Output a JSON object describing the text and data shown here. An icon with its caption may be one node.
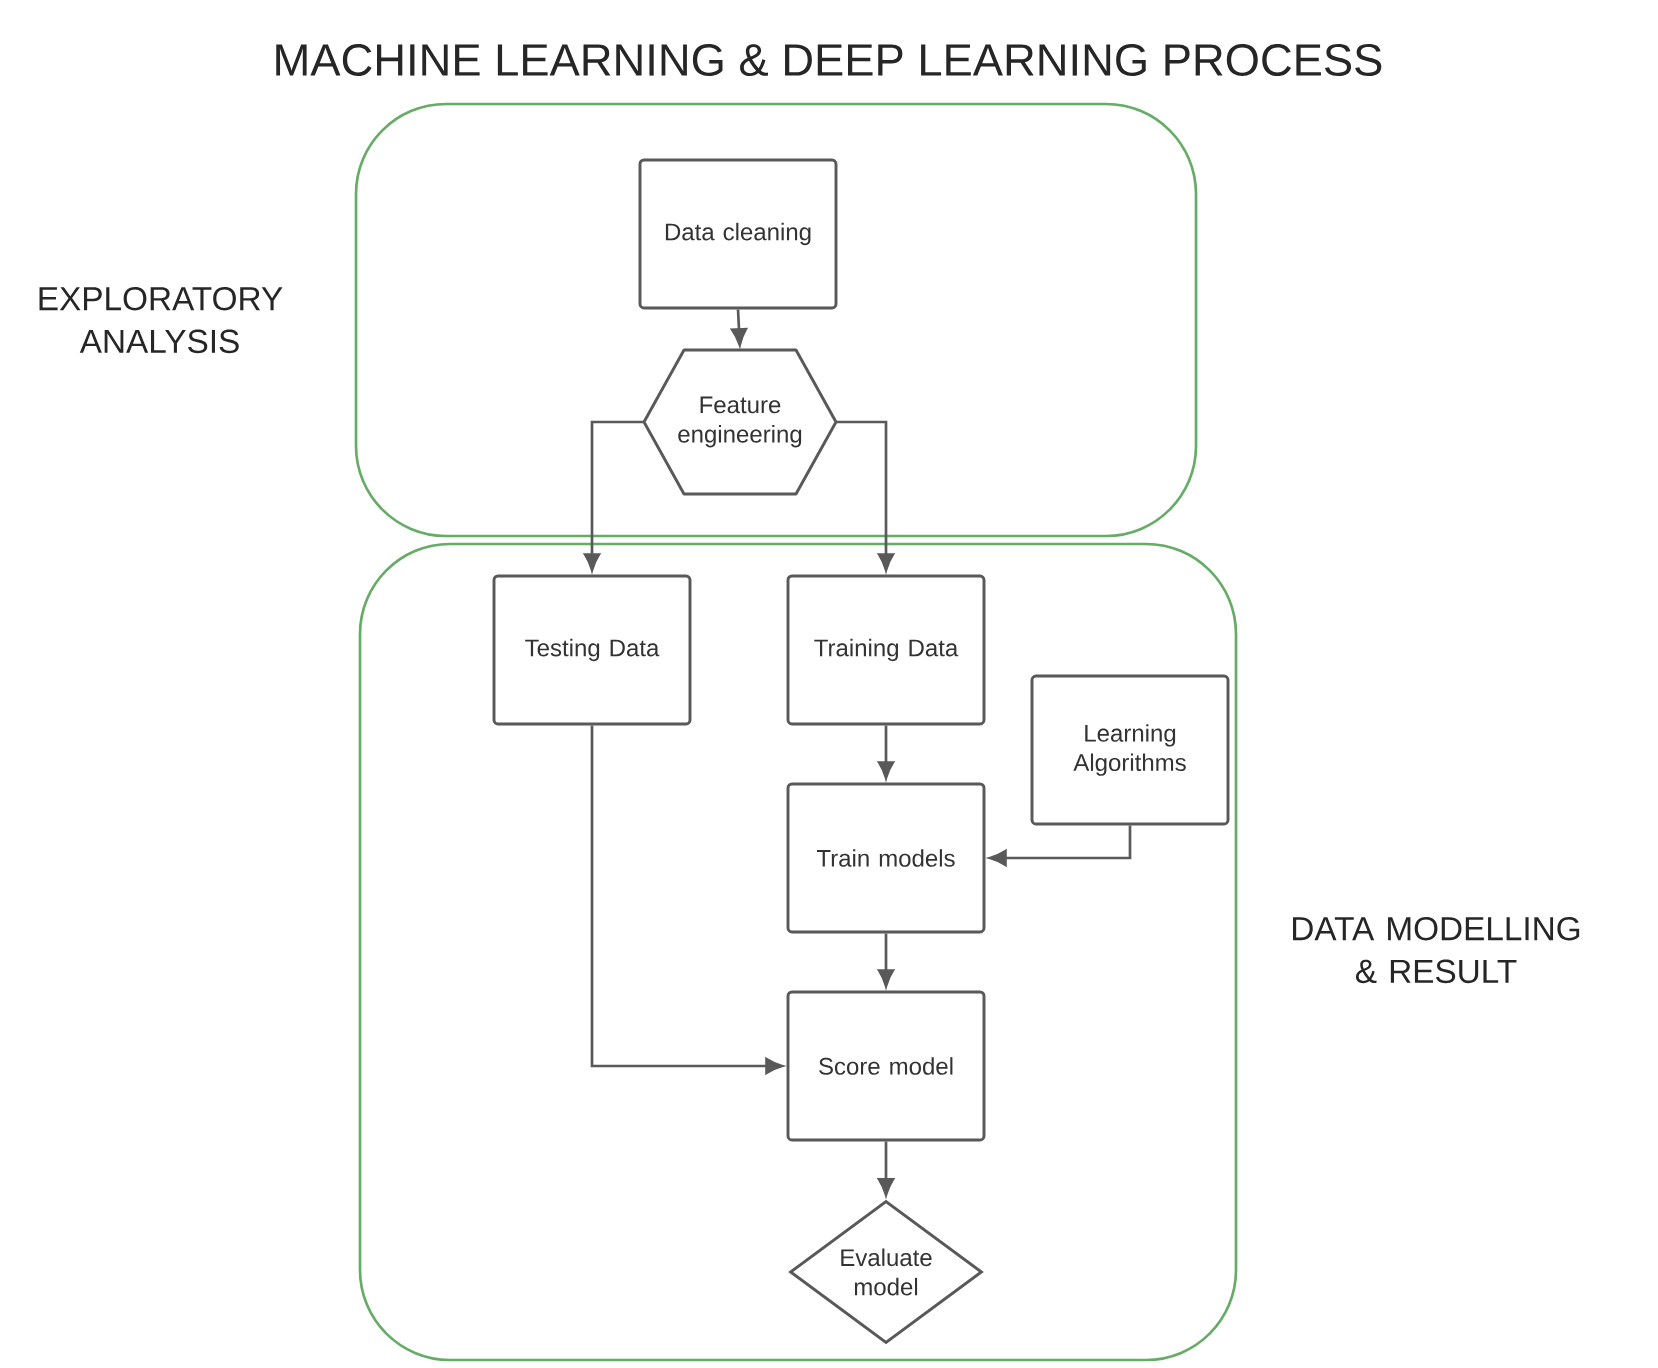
{
  "diagram": {
    "title": "MACHINE LEARNING & DEEP LEARNING PROCESS",
    "nodes": [
      {
        "text": [
          "EXPLORATORY ANALYSIS"
        ]
      },
      {
        "text": [
          "Data cleaning"
        ],
        "in": 0
      },
      {
        "text": [
          "Feature engineering"
        ],
        "in": 0
      },
      {
        "text": [
          "DATA MODELLING & RESULT"
        ]
      },
      {
        "text": [
          "Testing Data"
        ],
        "in": 3
      },
      {
        "text": [
          "Training Data"
        ],
        "in": 3
      },
      {
        "text": [
          "Learning Algorithms"
        ],
        "in": 3
      },
      {
        "text": [
          "Train models"
        ],
        "in": 3
      },
      {
        "text": [
          "Score model"
        ],
        "in": 3
      },
      {
        "text": [
          "Evaluate model"
        ],
        "in": 3
      }
    ],
    "edges": [
      {
        "from": 1,
        "to": 2,
        "arrow": "to"
      },
      {
        "from": 2,
        "to": 4,
        "arrow": "to"
      },
      {
        "from": 2,
        "to": 5,
        "arrow": "to"
      },
      {
        "from": 5,
        "to": 7,
        "arrow": "to"
      },
      {
        "from": 6,
        "to": 7,
        "arrow": "to"
      },
      {
        "from": 7,
        "to": 8,
        "arrow": "to"
      },
      {
        "from": 4,
        "to": 8,
        "arrow": "to"
      },
      {
        "from": 8,
        "to": 9,
        "arrow": "to"
      }
    ]
  }
}
